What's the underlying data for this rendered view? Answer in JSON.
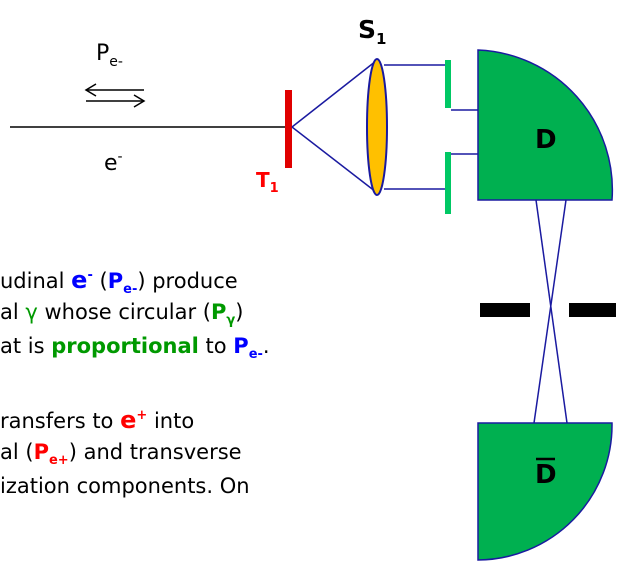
{
  "diagram": {
    "momentum_label": "P",
    "momentum_sub": "e-",
    "beam_label": "e",
    "beam_sup": "-",
    "target_label": "T",
    "target_sub": "1",
    "solenoid_label": "S",
    "solenoid_sub": "1",
    "detector_top_label": "D",
    "detector_bottom_label": "D"
  },
  "text": {
    "line1": {
      "a": "udinal ",
      "e": "e",
      "e_sup": "-",
      "mid": " (",
      "p": "P",
      "p_sub": "e-",
      "end": ") produce"
    },
    "line2": {
      "a": "al ",
      "gamma": "γ",
      "mid": " whose circular (",
      "p": "P",
      "p_sub": "γ",
      "end": ")"
    },
    "line3": {
      "a": "at is ",
      "prop": "proportional",
      "mid": " to ",
      "p": "P",
      "p_sub": "e-",
      "end": "."
    },
    "line4": {
      "a": "ransfers to ",
      "e": "e",
      "e_sup": "+",
      "end": " into"
    },
    "line5": {
      "a": "al (",
      "p": "P",
      "p_sub": "e+",
      "end": ") and transverse"
    },
    "line6": {
      "a": "ization components. On"
    }
  },
  "colors": {
    "detector": "#00b050",
    "detector_bar": "#00c864",
    "target": "#e00000",
    "solenoid_fill": "#ffc000",
    "solenoid_stroke": "#1a1aa0",
    "lines": "#1a1aa0"
  }
}
